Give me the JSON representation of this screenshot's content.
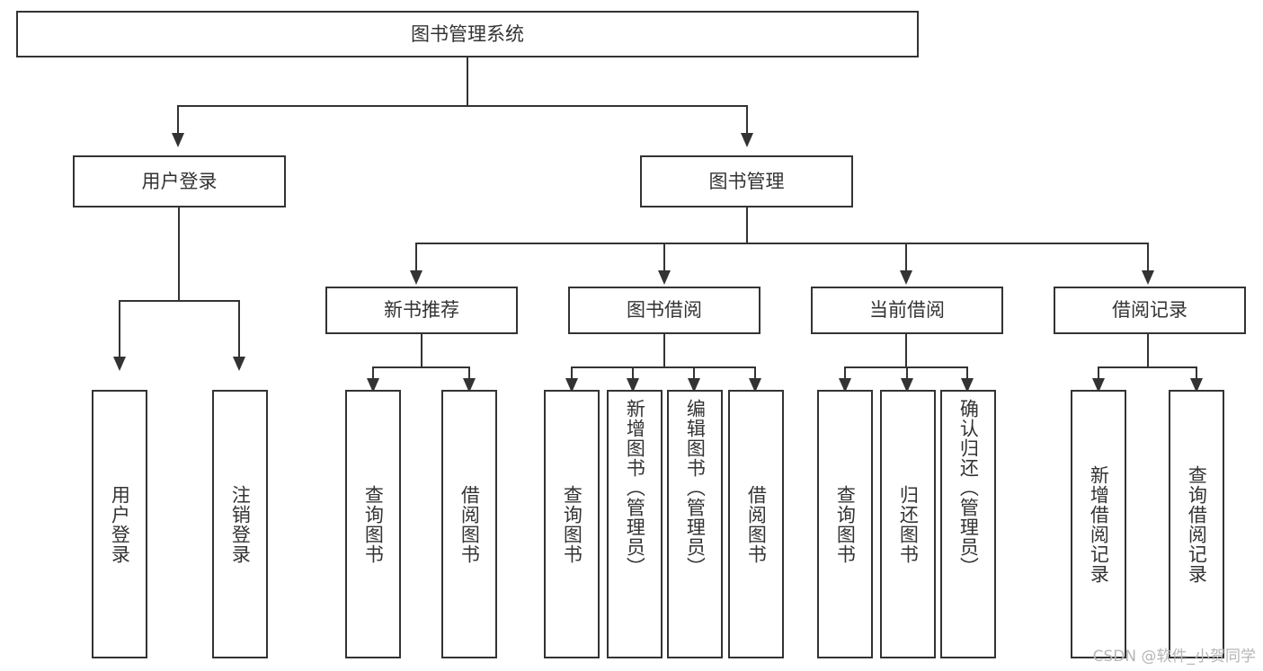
{
  "diagram": {
    "type": "tree",
    "title": "图书管理系统",
    "root": {
      "label": "图书管理系统"
    },
    "level1": [
      {
        "label": "用户登录"
      },
      {
        "label": "图书管理"
      }
    ],
    "level2": [
      {
        "label": "新书推荐"
      },
      {
        "label": "图书借阅"
      },
      {
        "label": "当前借阅"
      },
      {
        "label": "借阅记录"
      }
    ],
    "leaves": {
      "user_login": [
        {
          "label": "用户登录"
        },
        {
          "label": "注销登录"
        }
      ],
      "new_book_recommend": [
        {
          "label": "查询图书"
        },
        {
          "label": "借阅图书"
        }
      ],
      "book_borrow": [
        {
          "label": "查询图书"
        },
        {
          "label": "新增图书（管理员）"
        },
        {
          "label": "编辑图书（管理员）"
        },
        {
          "label": "借阅图书"
        }
      ],
      "current_borrow": [
        {
          "label": "查询图书"
        },
        {
          "label": "归还图书"
        },
        {
          "label": "确认归还（管理员）"
        }
      ],
      "borrow_record": [
        {
          "label": "新增借阅记录"
        },
        {
          "label": "查询借阅记录"
        }
      ]
    }
  },
  "watermark": {
    "text": "CSDN @软件_小贺同学"
  },
  "colors": {
    "stroke": "#333333",
    "background": "#ffffff",
    "text": "#333333",
    "watermark": "#b6b6b6"
  }
}
